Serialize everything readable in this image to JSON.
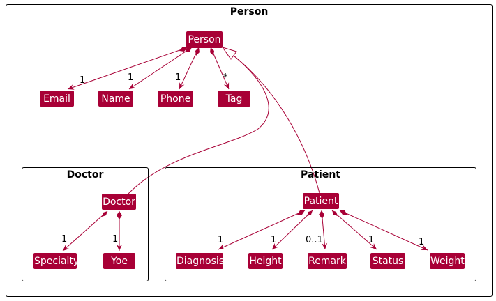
{
  "colors": {
    "class_fill": "#a80036",
    "class_text": "#ffffff",
    "link": "#a80036",
    "package_border": "#000000"
  },
  "packages": {
    "person": "Person",
    "doctor": "Doctor",
    "patient": "Patient"
  },
  "classes": {
    "person": "Person",
    "email": "Email",
    "name": "Name",
    "phone": "Phone",
    "tag": "Tag",
    "doctor": "Doctor",
    "specialty": "Specialty",
    "yoe": "Yoe",
    "patient": "Patient",
    "diagnosis": "Diagnosis",
    "height": "Height",
    "remark": "Remark",
    "status": "Status",
    "weight": "Weight"
  },
  "multiplicities": {
    "email": "1",
    "name": "1",
    "phone": "1",
    "tag": "*",
    "specialty": "1",
    "yoe": "1",
    "diagnosis": "1",
    "height": "1",
    "remark": "0..1",
    "status": "1",
    "weight": "1"
  }
}
